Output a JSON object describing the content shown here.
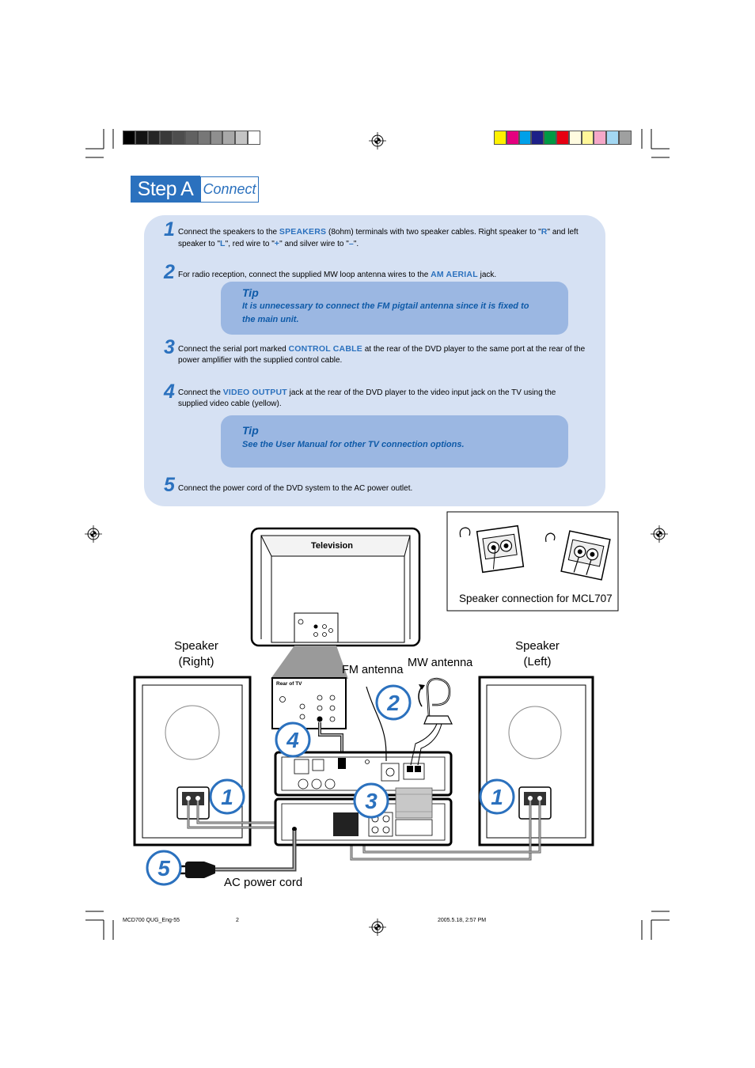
{
  "print_marks": {
    "gray_swatches": [
      "#000000",
      "#141414",
      "#262626",
      "#3a3a3a",
      "#4d4d4d",
      "#616161",
      "#777777",
      "#8f8f8f",
      "#a8a8a8",
      "#c4c4c4",
      "#ffffff"
    ],
    "color_swatches": [
      "#fff100",
      "#e4007f",
      "#00a0e9",
      "#1d2088",
      "#009944",
      "#e60012",
      "#fffbe0",
      "#fff799",
      "#f5a8c8",
      "#a3d7f2",
      "#9fa0a0"
    ]
  },
  "colors": {
    "accent": "#2b71be",
    "panel_bg": "#d6e1f3",
    "tip_bg": "#9bb7e2",
    "tip_text": "#0e5aa8"
  },
  "header": {
    "step_label": "Step A",
    "title": "Connect"
  },
  "steps": [
    {
      "number": "1",
      "parts": [
        "Connect the speakers to the ",
        "SPEAKERS",
        " (8ohm) terminals with two speaker cables. Right speaker to \"",
        "R",
        "\" and left speaker to \"",
        "L",
        "\", red wire to \"",
        "+",
        "\" and silver wire to \"",
        "–",
        "\"."
      ]
    },
    {
      "number": "2",
      "parts": [
        "For radio reception, connect the supplied MW loop antenna wires to the ",
        "AM AERIAL",
        " jack."
      ]
    },
    {
      "number": "3",
      "parts": [
        "Connect the serial port marked ",
        "CONTROL CABLE",
        " at the rear of the DVD player to the same port at the rear of the power amplifier with the supplied control cable."
      ]
    },
    {
      "number": "4",
      "parts": [
        "Connect the ",
        "VIDEO OUTPUT",
        " jack at the rear of the DVD player to the video input jack on the TV using the supplied video cable (yellow)."
      ]
    },
    {
      "number": "5",
      "parts": [
        "Connect the power cord of the DVD system to the AC power outlet."
      ]
    }
  ],
  "tips": [
    {
      "label": "Tip",
      "text": "It is unnecessary to connect the FM pigtail antenna since it is fixed to the main unit."
    },
    {
      "label": "Tip",
      "text": "See the User Manual for other TV connection options."
    }
  ],
  "diagram": {
    "inset_caption": "Speaker connection for MCL707",
    "tv_label": "Television",
    "tv_rear_label": "Rear of TV",
    "speaker_right": {
      "line1": "Speaker",
      "line2": "(Right)"
    },
    "speaker_left": {
      "line1": "Speaker",
      "line2": "(Left)"
    },
    "fm_antenna_label": "FM antenna",
    "mw_antenna_label": "MW antenna",
    "power_cord_label": "AC power cord",
    "callouts": [
      "2",
      "4",
      "1",
      "3",
      "1",
      "5"
    ]
  },
  "footer": {
    "file": "MCD700 QUG_Eng-55",
    "page": "2",
    "timestamp": "2005.5.18, 2:57 PM"
  }
}
